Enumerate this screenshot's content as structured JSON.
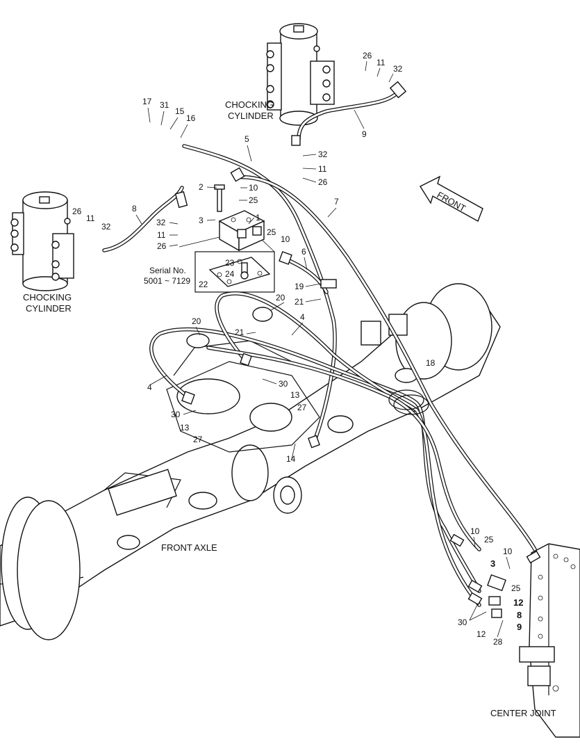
{
  "captions": {
    "chocking_cylinder_top": [
      "CHOCKING",
      "CYLINDER"
    ],
    "chocking_cylinder_left": [
      "CHOCKING",
      "CYLINDER"
    ],
    "serial": [
      "Serial No.",
      "5001 ~ 7129"
    ],
    "front_arrow": "FRONT",
    "front_axle": "FRONT AXLE",
    "center_joint": "CENTER JOINT"
  },
  "callouts": [
    {
      "id": "c26a",
      "text": "26"
    },
    {
      "id": "c11a",
      "text": "11"
    },
    {
      "id": "c32a",
      "text": "32"
    },
    {
      "id": "c9a",
      "text": "9"
    },
    {
      "id": "c17",
      "text": "17"
    },
    {
      "id": "c31",
      "text": "31"
    },
    {
      "id": "c15",
      "text": "15"
    },
    {
      "id": "c16",
      "text": "16"
    },
    {
      "id": "c5",
      "text": "5"
    },
    {
      "id": "c32b",
      "text": "32"
    },
    {
      "id": "c11b",
      "text": "11"
    },
    {
      "id": "c26b",
      "text": "26"
    },
    {
      "id": "c2",
      "text": "2"
    },
    {
      "id": "c10a",
      "text": "10"
    },
    {
      "id": "c25a",
      "text": "25"
    },
    {
      "id": "c7",
      "text": "7"
    },
    {
      "id": "c8",
      "text": "8"
    },
    {
      "id": "c26c",
      "text": "26"
    },
    {
      "id": "c11c",
      "text": "11"
    },
    {
      "id": "c32c",
      "text": "32"
    },
    {
      "id": "c32d",
      "text": "32"
    },
    {
      "id": "c3a",
      "text": "3"
    },
    {
      "id": "c1",
      "text": "1"
    },
    {
      "id": "c25b",
      "text": "25"
    },
    {
      "id": "c11d",
      "text": "11"
    },
    {
      "id": "c26d",
      "text": "26"
    },
    {
      "id": "c10b",
      "text": "10"
    },
    {
      "id": "c6",
      "text": "6"
    },
    {
      "id": "c23",
      "text": "23"
    },
    {
      "id": "c24",
      "text": "24"
    },
    {
      "id": "c22",
      "text": "22"
    },
    {
      "id": "c19",
      "text": "19"
    },
    {
      "id": "c21a",
      "text": "21"
    },
    {
      "id": "c20a",
      "text": "20"
    },
    {
      "id": "c4a",
      "text": "4"
    },
    {
      "id": "c20b",
      "text": "20"
    },
    {
      "id": "c21b",
      "text": "21"
    },
    {
      "id": "c18",
      "text": "18"
    },
    {
      "id": "c4b",
      "text": "4"
    },
    {
      "id": "c30a",
      "text": "30"
    },
    {
      "id": "c13a",
      "text": "13"
    },
    {
      "id": "c27a",
      "text": "27"
    },
    {
      "id": "c30b",
      "text": "30"
    },
    {
      "id": "c13b",
      "text": "13"
    },
    {
      "id": "c27b",
      "text": "27"
    },
    {
      "id": "c14",
      "text": "14"
    },
    {
      "id": "c10c",
      "text": "10"
    },
    {
      "id": "c25c",
      "text": "25"
    },
    {
      "id": "c10d",
      "text": "10"
    },
    {
      "id": "c3b",
      "text": "3"
    },
    {
      "id": "c25d",
      "text": "25"
    },
    {
      "id": "c12a",
      "text": "12"
    },
    {
      "id": "c8b",
      "text": "8"
    },
    {
      "id": "c9b",
      "text": "9"
    },
    {
      "id": "c30c",
      "text": "30"
    },
    {
      "id": "c12b",
      "text": "12"
    },
    {
      "id": "c28",
      "text": "28"
    }
  ]
}
